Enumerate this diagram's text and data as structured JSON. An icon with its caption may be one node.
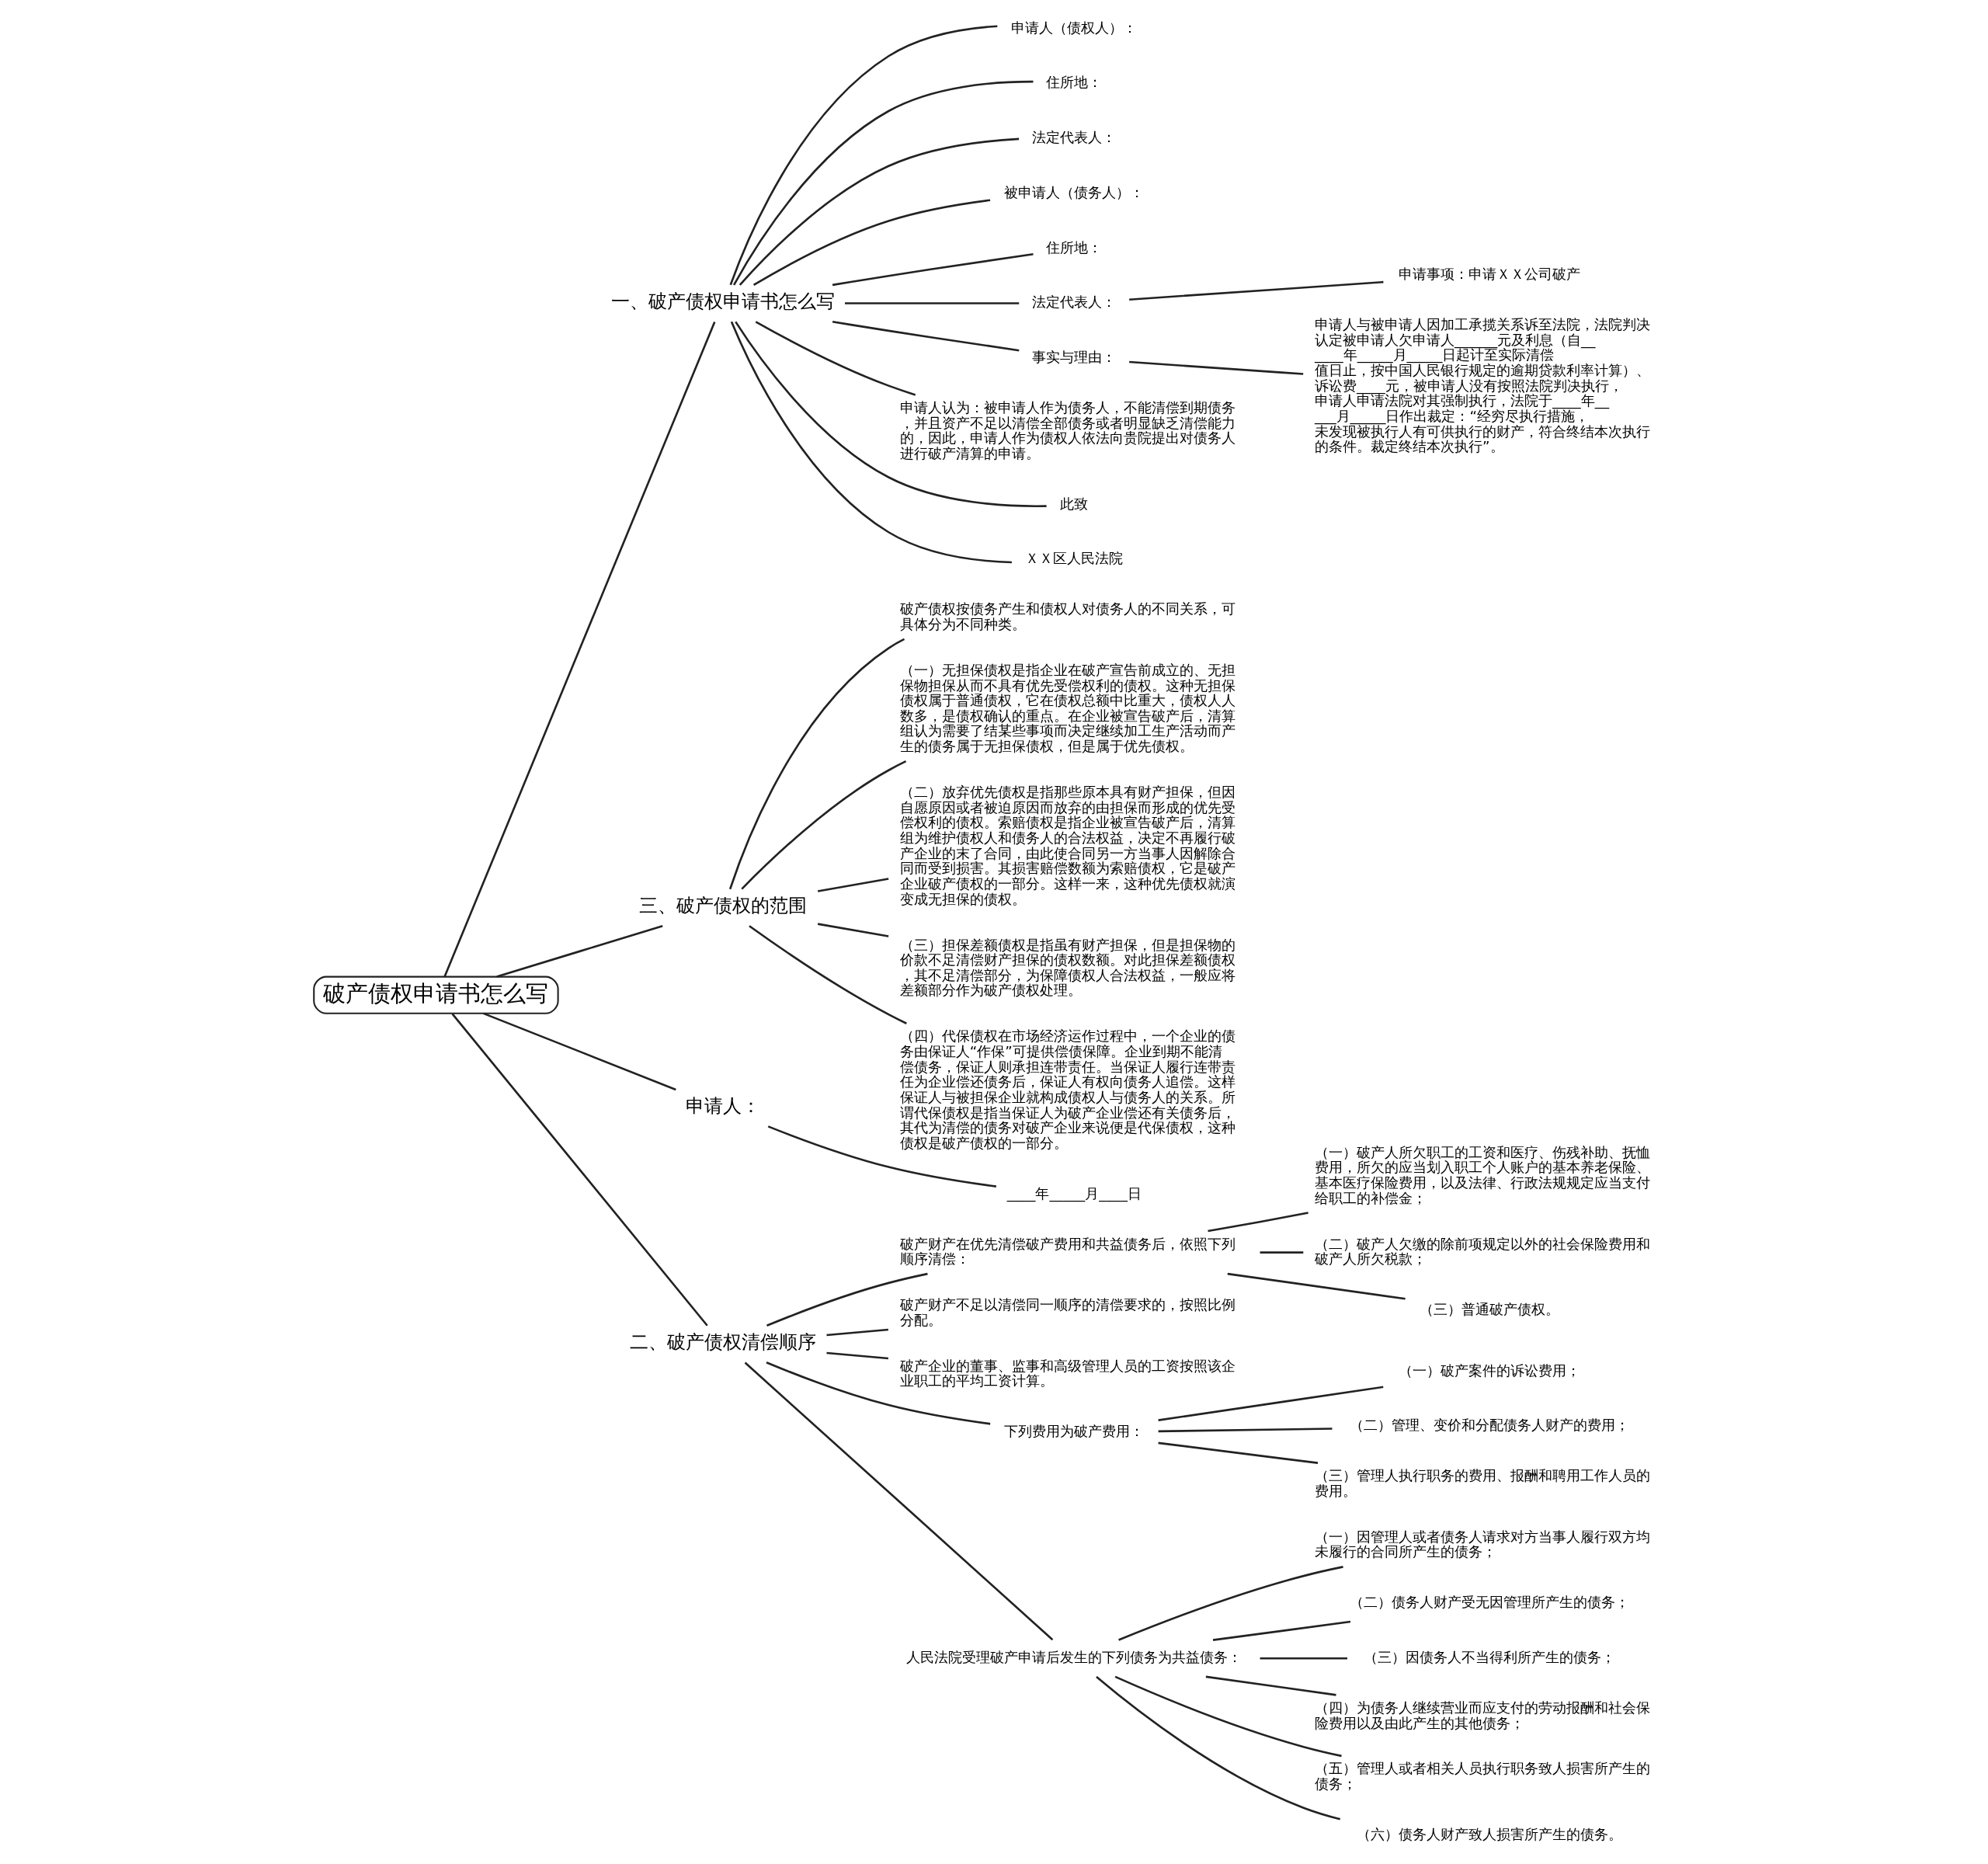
{
  "diagram": {
    "nodes": [
      {
        "text": [
          "破产债权申请书怎么写"
        ]
      },
      {
        "text": [
          "一、破产债权申请书怎么写"
        ]
      },
      {
        "text": [
          "申请人（债权人）："
        ]
      },
      {
        "text": [
          "住所地："
        ]
      },
      {
        "text": [
          "法定代表人："
        ]
      },
      {
        "text": [
          "被申请人（债务人）："
        ]
      },
      {
        "text": [
          "住所地："
        ]
      },
      {
        "text": [
          "法定代表人："
        ]
      },
      {
        "text": [
          "申请事项：申请ＸＸ公司破产"
        ]
      },
      {
        "text": [
          "事实与理由："
        ]
      },
      {
        "text": [
          "申请人与被申请人因加工承揽关系诉至法院，法院判决认定被申请人欠申请人______元及利息（自______年_____月_____日起计至实际清偿值日止，按中国人民银行规定的逾期贷款利率计算）、诉讼费____元，被申请人没有按照法院判决执行，申请人申请法院对其强制执行，法院于____年_____月_____日作出裁定：“经穷尽执行措施，未发现被执行人有可供执行的财产，符合终结本次执行的条件。裁定终结本次执行”。"
        ]
      },
      {
        "text": [
          "申请人认为：被申请人作为债务人，不能清偿到期债务，并且资产不足以清偿全部债务或者明显缺乏清偿能力的，因此，申请人作为债权人依法向贵院提出对债务人进行破产清算的申请。"
        ]
      },
      {
        "text": [
          "此致"
        ]
      },
      {
        "text": [
          "ＸＸ区人民法院"
        ]
      },
      {
        "text": [
          "三、破产债权的范围"
        ]
      },
      {
        "text": [
          "破产债权按债务产生和债权人对债务人的不同关系，可具体分为不同种类。"
        ]
      },
      {
        "text": [
          "（一）无担保债权是指企业在破产宣告前成立的、无担保物担保从而不具有优先受偿权利的债权。这种无担保债权属于普通债权，它在债权总额中比重大，债权人人数多，是债权确认的重点。在企业被宣告破产后，清算组认为需要了结某些事项而决定继续加工生产活动而产生的债务属于无担保债权，但是属于优先债权。"
        ]
      },
      {
        "text": [
          "（二）放弃优先债权是指那些原本具有财产担保，但因自愿原因或者被迫原因而放弃的由担保而形成的优先受偿权利的债权。索赔债权是指企业被宣告破产后，清算组为维护债权人和债务人的合法权益，决定不再履行破产企业的末了合同，由此使合同另一方当事人因解除合同而受到损害。其损害赔偿数额为索赔债权，它是破产企业破产债权的一部分。这样一来，这种优先债权就演变成无担保的债权。"
        ]
      },
      {
        "text": [
          "（三）担保差额债权是指虽有财产担保，但是担保物的价款不足清偿财产担保的债权数额。对此担保差额债权，其不足清偿部分，为保障债权人合法权益，一般应将差额部分作为破产债权处理。"
        ]
      },
      {
        "text": [
          "（四）代保债权在市场经济运作过程中，一个企业的债务由保证人“作保”可提供偿债保障。企业到期不能清偿债务，保证人则承担连带责任。当保证人履行连带责任为企业偿还债务后，保证人有权向债务人追偿。这样保证人与被担保企业就构成债权人与债务人的关系。所谓代保债权是指当保证人为破产企业偿还有关债务后，其代为清偿的债务对破产企业来说便是代保债权，这种债权是破产债权的一部分。"
        ]
      },
      {
        "text": [
          "申请人："
        ]
      },
      {
        "text": [
          "____年_____月____日"
        ]
      },
      {
        "text": [
          "二、破产债权清偿顺序"
        ]
      },
      {
        "text": [
          "破产财产在优先清偿破产费用和共益债务后，依照下列顺序清偿："
        ]
      },
      {
        "text": [
          "（一）破产人所欠职工的工资和医疗、伤残补助、抚恤费用，所欠的应当划入职工个人账户的基本养老保险、基本医疗保险费用，以及法律、行政法规规定应当支付给职工的补偿金；"
        ]
      },
      {
        "text": [
          "（二）破产人欠缴的除前项规定以外的社会保险费用和破产人所欠税款；"
        ]
      },
      {
        "text": [
          "（三）普通破产债权。"
        ]
      },
      {
        "text": [
          "破产财产不足以清偿同一顺序的清偿要求的，按照比例分配。"
        ]
      },
      {
        "text": [
          "破产企业的董事、监事和高级管理人员的工资按照该企业职工的平均工资计算。"
        ]
      },
      {
        "text": [
          "下列费用为破产费用："
        ]
      },
      {
        "text": [
          "（一）破产案件的诉讼费用；"
        ]
      },
      {
        "text": [
          "（二）管理、变价和分配债务人财产的费用；"
        ]
      },
      {
        "text": [
          "（三）管理人执行职务的费用、报酬和聘用工作人员的费用。"
        ]
      },
      {
        "text": [
          "人民法院受理破产申请后发生的下列债务为共益债务："
        ]
      },
      {
        "text": [
          "（一）因管理人或者债务人请求对方当事人履行双方均未履行的合同所产生的债务；"
        ]
      },
      {
        "text": [
          "（二）债务人财产受无因管理所产生的债务；"
        ]
      },
      {
        "text": [
          "（三）因债务人不当得利所产生的债务；"
        ]
      },
      {
        "text": [
          "（四）为债务人继续营业而应支付的劳动报酬和社会保险费用以及由此产生的其他债务；"
        ]
      },
      {
        "text": [
          "（五）管理人或者相关人员执行职务致人损害所产生的债务；"
        ]
      },
      {
        "text": [
          "（六）债务人财产致人损害所产生的债务。"
        ]
      }
    ],
    "edges": [
      {
        "from": 0,
        "to": 1,
        "arrow": "none"
      },
      {
        "from": 1,
        "to": 2,
        "arrow": "none"
      },
      {
        "from": 1,
        "to": 3,
        "arrow": "none"
      },
      {
        "from": 1,
        "to": 4,
        "arrow": "none"
      },
      {
        "from": 1,
        "to": 5,
        "arrow": "none"
      },
      {
        "from": 1,
        "to": 6,
        "arrow": "none"
      },
      {
        "from": 1,
        "to": 7,
        "arrow": "none"
      },
      {
        "from": 7,
        "to": 8,
        "arrow": "none"
      },
      {
        "from": 1,
        "to": 9,
        "arrow": "none"
      },
      {
        "from": 9,
        "to": 10,
        "arrow": "none"
      },
      {
        "from": 1,
        "to": 11,
        "arrow": "none"
      },
      {
        "from": 1,
        "to": 12,
        "arrow": "none"
      },
      {
        "from": 1,
        "to": 13,
        "arrow": "none"
      },
      {
        "from": 0,
        "to": 14,
        "arrow": "none"
      },
      {
        "from": 14,
        "to": 15,
        "arrow": "none"
      },
      {
        "from": 14,
        "to": 16,
        "arrow": "none"
      },
      {
        "from": 14,
        "to": 17,
        "arrow": "none"
      },
      {
        "from": 14,
        "to": 18,
        "arrow": "none"
      },
      {
        "from": 14,
        "to": 19,
        "arrow": "none"
      },
      {
        "from": 0,
        "to": 20,
        "arrow": "none"
      },
      {
        "from": 20,
        "to": 21,
        "arrow": "none"
      },
      {
        "from": 0,
        "to": 22,
        "arrow": "none"
      },
      {
        "from": 22,
        "to": 23,
        "arrow": "none"
      },
      {
        "from": 23,
        "to": 24,
        "arrow": "none"
      },
      {
        "from": 23,
        "to": 25,
        "arrow": "none"
      },
      {
        "from": 23,
        "to": 26,
        "arrow": "none"
      },
      {
        "from": 22,
        "to": 27,
        "arrow": "none"
      },
      {
        "from": 22,
        "to": 28,
        "arrow": "none"
      },
      {
        "from": 22,
        "to": 29,
        "arrow": "none"
      },
      {
        "from": 29,
        "to": 30,
        "arrow": "none"
      },
      {
        "from": 29,
        "to": 31,
        "arrow": "none"
      },
      {
        "from": 29,
        "to": 32,
        "arrow": "none"
      },
      {
        "from": 22,
        "to": 33,
        "arrow": "none"
      },
      {
        "from": 33,
        "to": 34,
        "arrow": "none"
      },
      {
        "from": 33,
        "to": 35,
        "arrow": "none"
      },
      {
        "from": 33,
        "to": 36,
        "arrow": "none"
      },
      {
        "from": 33,
        "to": 37,
        "arrow": "none"
      },
      {
        "from": 33,
        "to": 38,
        "arrow": "none"
      },
      {
        "from": 33,
        "to": 39,
        "arrow": "none"
      }
    ]
  }
}
